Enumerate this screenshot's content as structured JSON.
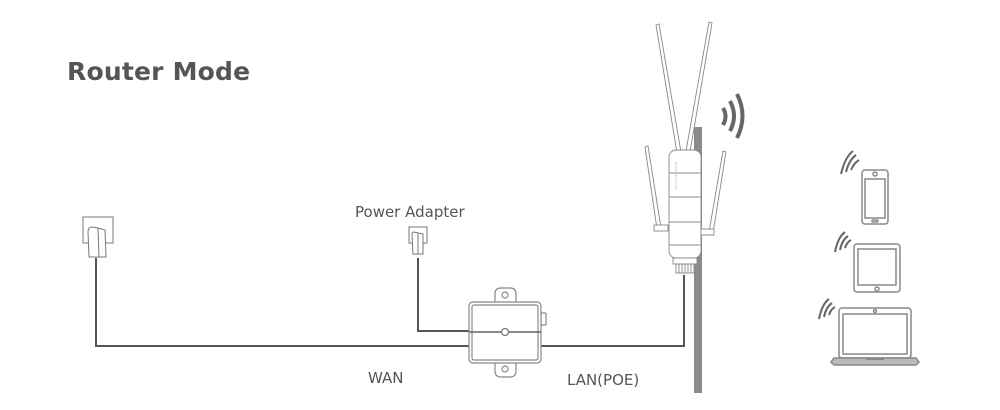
{
  "diagram": {
    "title": "Router Mode",
    "labels": {
      "power_adapter": "Power Adapter",
      "wan": "WAN",
      "lan_poe": "LAN(POE)"
    },
    "components": [
      {
        "id": "wall-outlet",
        "icon": "wall-outlet-icon"
      },
      {
        "id": "power-adapter-plug",
        "icon": "power-plug-icon"
      },
      {
        "id": "poe-injector",
        "icon": "poe-injector-icon"
      },
      {
        "id": "outdoor-router",
        "icon": "outdoor-router-icon"
      },
      {
        "id": "pole",
        "icon": "pole-icon"
      },
      {
        "id": "router-wifi-signal",
        "icon": "wifi-signal-icon"
      },
      {
        "id": "smartphone",
        "icon": "smartphone-icon"
      },
      {
        "id": "tablet",
        "icon": "tablet-icon"
      },
      {
        "id": "laptop",
        "icon": "laptop-icon"
      }
    ],
    "connections": [
      {
        "from": "wall-outlet",
        "to": "poe-injector",
        "label": "WAN"
      },
      {
        "from": "power-adapter-plug",
        "to": "poe-injector",
        "label": ""
      },
      {
        "from": "poe-injector",
        "to": "outdoor-router",
        "label": "LAN(POE)"
      }
    ],
    "colors": {
      "line": "#555555",
      "outline": "#888888",
      "text": "#555555",
      "pole": "#8a8a8a"
    }
  }
}
